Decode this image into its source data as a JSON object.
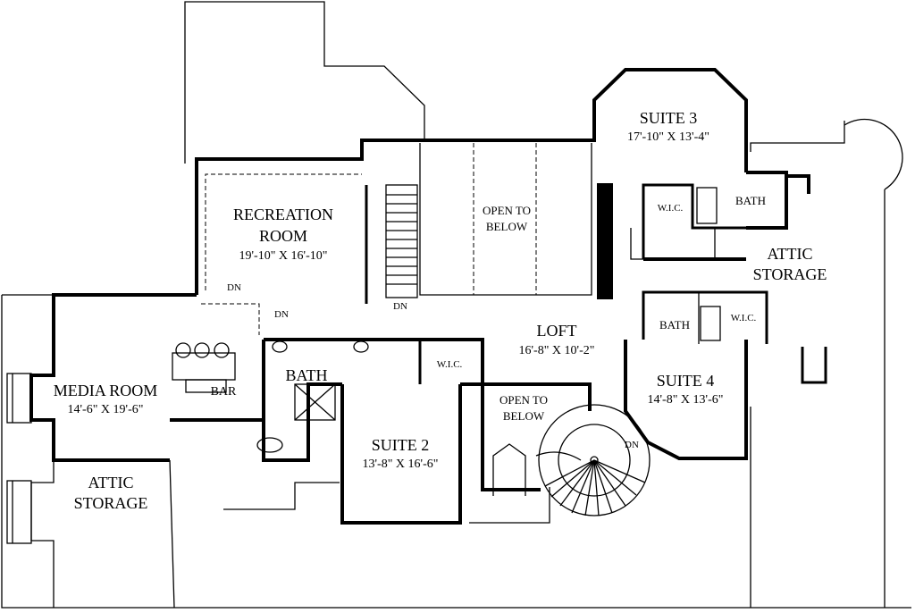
{
  "rooms": {
    "recreation_room": {
      "line1": "RECREATION",
      "line2": "ROOM",
      "dims": "19'-10\" X 16'-10\""
    },
    "media_room": {
      "name": "MEDIA ROOM",
      "dims": "14'-6\" X 19'-6\""
    },
    "bar": {
      "name": "BAR"
    },
    "bath_left": {
      "name": "BATH"
    },
    "suite_2": {
      "name": "SUITE 2",
      "dims": "13'-8\" X 16'-6\""
    },
    "wic_suite2": {
      "name": "W.I.C."
    },
    "open_below_top": {
      "line1": "OPEN TO",
      "line2": "BELOW"
    },
    "open_below_mid": {
      "line1": "OPEN TO",
      "line2": "BELOW"
    },
    "loft": {
      "name": "LOFT",
      "dims": "16'-8\" X 10'-2\""
    },
    "suite_3": {
      "name": "SUITE 3",
      "dims": "17'-10\" X 13'-4\""
    },
    "wic_suite3": {
      "name": "W.I.C."
    },
    "bath_suite3": {
      "name": "BATH"
    },
    "attic_storage_right": {
      "line1": "ATTIC",
      "line2": "STORAGE"
    },
    "bath_suite4": {
      "name": "BATH"
    },
    "wic_suite4": {
      "name": "W.I.C."
    },
    "suite_4": {
      "name": "SUITE 4",
      "dims": "14'-8\" X 13'-6\""
    },
    "attic_storage_left": {
      "line1": "ATTIC",
      "line2": "STORAGE"
    }
  },
  "stair_labels": {
    "dn_rec": "DN",
    "dn_rec2": "DN",
    "dn_main_stair": "DN",
    "dn_spiral": "DN"
  }
}
